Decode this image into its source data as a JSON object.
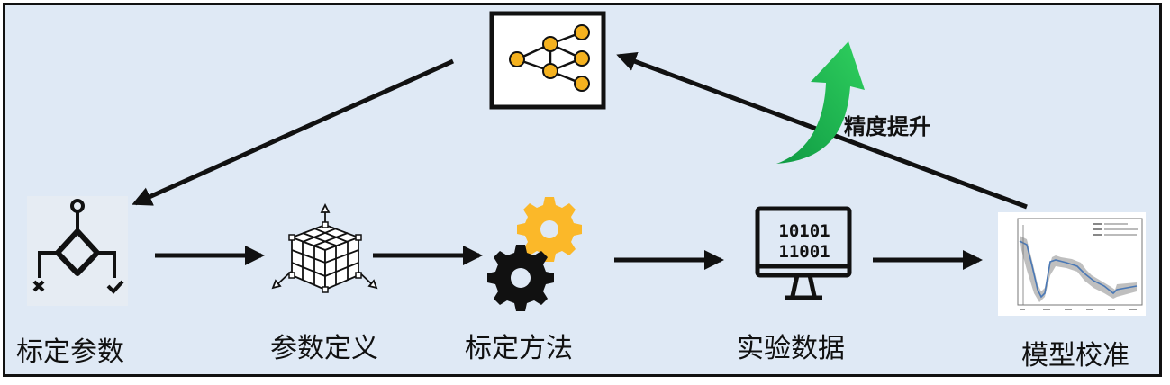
{
  "stages": [
    {
      "id": "calib-params",
      "label": "标定参数"
    },
    {
      "id": "param-definition",
      "label": "参数定义"
    },
    {
      "id": "calib-method",
      "label": "标定方法"
    },
    {
      "id": "experiment-data",
      "label": "实验数据"
    },
    {
      "id": "model-calibration",
      "label": "模型校准"
    }
  ],
  "improvement": {
    "label": "精度提升"
  },
  "monitor_text": {
    "line1": "10101",
    "line2": "11001"
  },
  "colors": {
    "background": "#dfe9f5",
    "node_orange": "#f5b21f",
    "gear_yellow": "#fbb829",
    "arrow_green": "#1aa84a",
    "stroke": "#111111"
  },
  "icons": {
    "neural-net": "neural-network-icon",
    "flowchart": "decision-flowchart-icon",
    "cube": "3d-cube-icon",
    "gears": "gears-icon",
    "monitor": "binary-monitor-icon",
    "plot": "calibration-plot-icon"
  }
}
